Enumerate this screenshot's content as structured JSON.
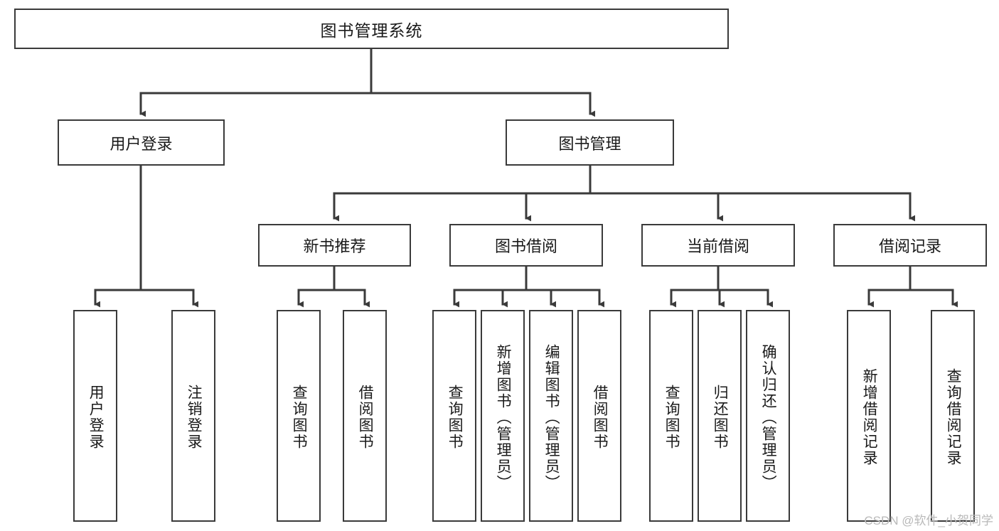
{
  "diagram": {
    "title_node": {
      "label": "图书管理系统"
    },
    "level2": [
      {
        "id": "user-login",
        "label": "用户登录"
      },
      {
        "id": "book-management",
        "label": "图书管理"
      }
    ],
    "level3": [
      {
        "id": "new-book-recommend",
        "label": "新书推荐"
      },
      {
        "id": "book-borrow",
        "label": "图书借阅"
      },
      {
        "id": "current-borrow",
        "label": "当前借阅"
      },
      {
        "id": "borrow-record",
        "label": "借阅记录"
      }
    ],
    "leaves": [
      {
        "id": "leaf-user-login",
        "label": "用户登录",
        "parent": "user-login"
      },
      {
        "id": "leaf-logout-login",
        "label": "注销登录",
        "parent": "user-login"
      },
      {
        "id": "leaf-query-book-1",
        "label": "查询图书",
        "parent": "new-book-recommend"
      },
      {
        "id": "leaf-borrow-book-1",
        "label": "借阅图书",
        "parent": "new-book-recommend"
      },
      {
        "id": "leaf-query-book-2",
        "label": "查询图书",
        "parent": "book-borrow"
      },
      {
        "id": "leaf-add-book",
        "label": "新增图书（管理员）",
        "parent": "book-borrow"
      },
      {
        "id": "leaf-edit-book",
        "label": "编辑图书（管理员）",
        "parent": "book-borrow"
      },
      {
        "id": "leaf-borrow-book-2",
        "label": "借阅图书",
        "parent": "book-borrow"
      },
      {
        "id": "leaf-query-book-3",
        "label": "查询图书",
        "parent": "current-borrow"
      },
      {
        "id": "leaf-return-book",
        "label": "归还图书",
        "parent": "current-borrow"
      },
      {
        "id": "leaf-confirm-return",
        "label": "确认归还（管理员）",
        "parent": "current-borrow"
      },
      {
        "id": "leaf-add-record",
        "label": "新增借阅记录",
        "parent": "borrow-record"
      },
      {
        "id": "leaf-query-record",
        "label": "查询借阅记录",
        "parent": "borrow-record"
      }
    ]
  },
  "watermark": {
    "text": "CSDN @软件_小贺同学"
  },
  "colors": {
    "stroke": "#3a3a3a",
    "fill": "#ffffff",
    "text": "#1a1a1a",
    "watermark": "#b9b9b9"
  }
}
